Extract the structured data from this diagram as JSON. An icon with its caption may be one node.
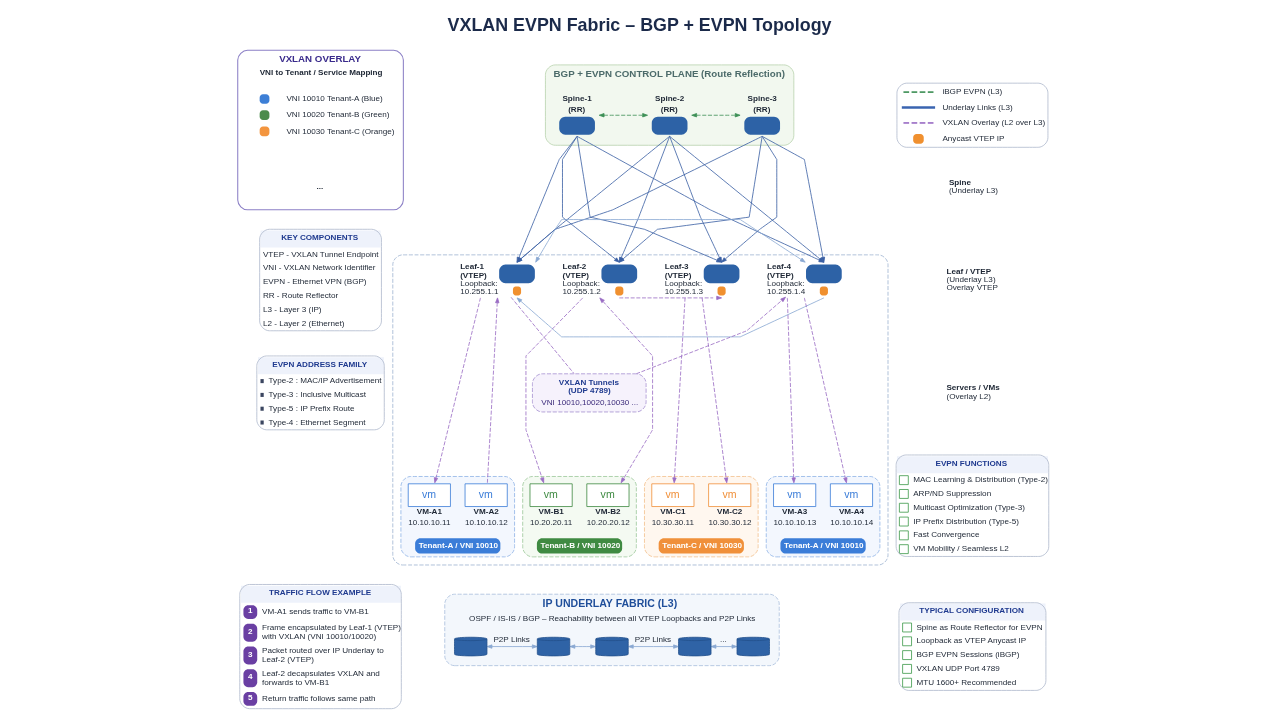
{
  "diagram": {
    "title": "VXLAN EVPN Fabric – BGP + EVPN Topology",
    "nodes": [
      {
        "text": [
          "VXLAN OVERLAY",
          "VNI to Tenant / Service Mapping"
        ]
      },
      {
        "text": [
          "KEY COMPONENTS",
          "VTEP - VXLAN Tunnel Endpoint",
          "VNI - VXLAN Network Identifier",
          "EVPN - Ethernet VPN (BGP)",
          "RR - Route Reflector",
          "L3 - Layer 3 (IP)",
          "L2 - Layer 2 (Ethernet)"
        ]
      },
      {
        "text": [
          "EVPN ADDRESS FAMILY",
          "Type-2 : MAC/IP Advertisement",
          "Type-3 : Inclusive Multicast",
          "Type-5 : IP Prefix Route",
          "Type-4 : Ethernet Segment"
        ]
      },
      {
        "text": [
          "TRAFFIC FLOW EXAMPLE",
          "1",
          "VM-A1 sends traffic to VM-B1",
          "2",
          "Frame encapsulated by Leaf-1 (VTEP) with VXLAN (VNI 10010/10020)",
          "3",
          "Packet routed over IP Underlay to Leaf-2 (VTEP)",
          "4",
          "Leaf-2 decapsulates VXLAN and forwards to VM-B1",
          "5",
          "Return traffic follows same path"
        ]
      },
      {
        "text": [
          "BGP + EVPN CONTROL PLANE (Route Reflection)"
        ]
      },
      {
        "text": [
          "Spine-1",
          "(RR)"
        ],
        "in": 4
      },
      {
        "text": [
          "Spine-2",
          "(RR)"
        ],
        "in": 4
      },
      {
        "text": [
          "Spine-3",
          "(RR)"
        ],
        "in": 4
      },
      {
        "text": [],
        "shape": "box"
      },
      {
        "text": [
          "Leaf-1",
          "(VTEP)"
        ],
        "beside": [
          "Loopback: 10.255.1.1"
        ],
        "in": 8
      },
      {
        "text": [
          "Leaf-2",
          "(VTEP)"
        ],
        "beside": [
          "Loopback: 10.255.1.2"
        ],
        "in": 8
      },
      {
        "text": [
          "Leaf-3",
          "(VTEP)"
        ],
        "beside": [
          "Loopback: 10.255.1.3"
        ],
        "in": 8
      },
      {
        "text": [
          "Leaf-4",
          "(VTEP)"
        ],
        "beside": [
          "Loopback: 10.255.1.4"
        ],
        "in": 8
      },
      {
        "text": [
          "VXLAN Tunnels (UDP 4789)",
          "VNI 10010,10020,10030 ..."
        ],
        "in": 8
      },
      {
        "text": [
          "Tenant-A / VNI 10010"
        ],
        "in": 8
      },
      {
        "text": [
          "vm",
          "VM-A1",
          "10.10.10.11"
        ],
        "in": 14
      },
      {
        "text": [
          "vm",
          "VM-A2",
          "10.10.10.12"
        ],
        "in": 14
      },
      {
        "text": [
          "Tenant-B / VNI 10020"
        ],
        "in": 8
      },
      {
        "text": [
          "vm",
          "VM-B1",
          "10.20.20.11"
        ],
        "in": 17
      },
      {
        "text": [
          "vm",
          "VM-B2",
          "10.20.20.12"
        ],
        "in": 17
      },
      {
        "text": [
          "Tenant-C / VNI 10030"
        ],
        "in": 8
      },
      {
        "text": [
          "vm",
          "VM-C1",
          "10.30.30.11"
        ],
        "in": 20
      },
      {
        "text": [
          "vm",
          "VM-C2",
          "10.30.30.12"
        ],
        "in": 20
      },
      {
        "text": [
          "Tenant-A / VNI 10010"
        ],
        "in": 8
      },
      {
        "text": [
          "vm",
          "VM-A3",
          "10.10.10.13"
        ],
        "in": 23
      },
      {
        "text": [
          "vm",
          "VM-A4",
          "10.10.10.14"
        ],
        "in": 23
      },
      {
        "text": [
          "IP UNDERLAY FABRIC (L3)",
          "OSPF / IS-IS / BGP – Reachability between all VTEP Loopbacks and P2P Links"
        ]
      },
      {
        "text": [],
        "shape": "cylinder",
        "in": 26
      },
      {
        "text": [],
        "shape": "cylinder",
        "in": 26
      },
      {
        "text": [],
        "shape": "cylinder",
        "in": 26
      },
      {
        "text": [],
        "shape": "cylinder",
        "in": 26
      },
      {
        "text": [],
        "shape": "cylinder",
        "in": 26
      },
      {
        "text": [
          "EVPN FUNCTIONS",
          "MAC Learning & Distribution (Type-2)",
          "ARP/ND Suppression",
          "Multicast Optimization (Type-3)",
          "IP Prefix Distribution (Type-5)",
          "Fast Convergence",
          "VM Mobility / Seamless L2"
        ]
      },
      {
        "text": [
          "TYPICAL CONFIGURATION",
          "Spine as Route Reflector for EVPN",
          "Loopback as VTEP Anycast IP",
          "BGP EVPN Sessions (iBGP)",
          "VXLAN UDP Port 4789",
          "MTU 1600+ Recommended"
        ]
      }
    ],
    "edges": [
      {
        "from": 5,
        "to": 6,
        "arrow": "both",
        "style": "dashed",
        "color": "#3d8f55"
      },
      {
        "from": 6,
        "to": 7,
        "arrow": "both",
        "style": "dashed",
        "color": "#3d8f55"
      },
      {
        "from": 5,
        "to": 9,
        "arrow": "to"
      },
      {
        "from": 5,
        "to": 10,
        "arrow": "to"
      },
      {
        "from": 5,
        "to": 11,
        "arrow": "to"
      },
      {
        "from": 5,
        "to": 12,
        "arrow": "to"
      },
      {
        "from": 6,
        "to": 9,
        "arrow": "to"
      },
      {
        "from": 6,
        "to": 10,
        "arrow": "to"
      },
      {
        "from": 6,
        "to": 11,
        "arrow": "to"
      },
      {
        "from": 6,
        "to": 12,
        "arrow": "to"
      },
      {
        "from": 7,
        "to": 9,
        "arrow": "to"
      },
      {
        "from": 7,
        "to": 10,
        "arrow": "to"
      },
      {
        "from": 7,
        "to": 11,
        "arrow": "to"
      },
      {
        "from": 7,
        "to": 12,
        "arrow": "to"
      },
      {
        "from": 9,
        "to": 12,
        "arrow": "both",
        "color": "#8aa8d2"
      },
      {
        "from": 12,
        "to": 9,
        "arrow": "to",
        "color": "#8aa8d2"
      },
      {
        "from": 9,
        "to": 15,
        "arrow": "to",
        "style": "dashed",
        "color": "#9a6cc4"
      },
      {
        "from": 16,
        "to": 9,
        "arrow": "to",
        "style": "dashed",
        "color": "#9a6cc4"
      },
      {
        "from": 10,
        "to": 18,
        "arrow": "to",
        "style": "dashed",
        "color": "#9a6cc4"
      },
      {
        "from": 10,
        "to": 19,
        "arrow": "both",
        "style": "dashed",
        "color": "#9a6cc4"
      },
      {
        "from": 10,
        "to": 11,
        "arrow": "to",
        "style": "dashed",
        "color": "#9a6cc4"
      },
      {
        "from": 9,
        "to": 13,
        "arrow": "none",
        "style": "dashed",
        "color": "#9a6cc4"
      },
      {
        "from": 13,
        "to": 12,
        "arrow": "to",
        "style": "dashed",
        "color": "#9a6cc4"
      },
      {
        "from": 11,
        "to": 21,
        "arrow": "to",
        "style": "dashed",
        "color": "#9a6cc4"
      },
      {
        "from": 11,
        "to": 22,
        "arrow": "to",
        "style": "dashed",
        "color": "#9a6cc4"
      },
      {
        "from": 12,
        "to": 24,
        "arrow": "to",
        "style": "dashed",
        "color": "#9a6cc4"
      },
      {
        "from": 12,
        "to": 25,
        "arrow": "to",
        "style": "dashed",
        "color": "#9a6cc4"
      },
      {
        "from": 27,
        "to": 28,
        "arrow": "both",
        "label": "P2P Links",
        "color": "#8aa8d2"
      },
      {
        "from": 28,
        "to": 29,
        "arrow": "both",
        "color": "#8aa8d2"
      },
      {
        "from": 29,
        "to": 30,
        "arrow": "both",
        "label": "P2P Links",
        "color": "#8aa8d2"
      },
      {
        "from": 30,
        "to": 31,
        "arrow": "both",
        "label": "...",
        "color": "#8aa8d2"
      }
    ],
    "labels": [
      "...",
      "Spine (Underlay L3)",
      "Leaf / VTEP (Underlay L3) Overlay VTEP",
      "Servers / VMs (Overlay L2)"
    ],
    "legend": [
      {
        "text": "iBGP EVPN (L3)"
      },
      {
        "text": "Underlay Links (L3)"
      },
      {
        "text": "VXLAN Overlay (L2 over L3)"
      },
      {
        "text": "Anycast VTEP IP",
        "color": "#f0902f"
      },
      {
        "text": "VNI 10010 Tenant-A (Blue)",
        "color": "#3d7fd6"
      },
      {
        "text": "VNI 10020 Tenant-B (Green)",
        "color": "#4b8b4b"
      },
      {
        "text": "VNI 10030 Tenant-C (Orange)",
        "color": "#f3953f"
      }
    ]
  }
}
